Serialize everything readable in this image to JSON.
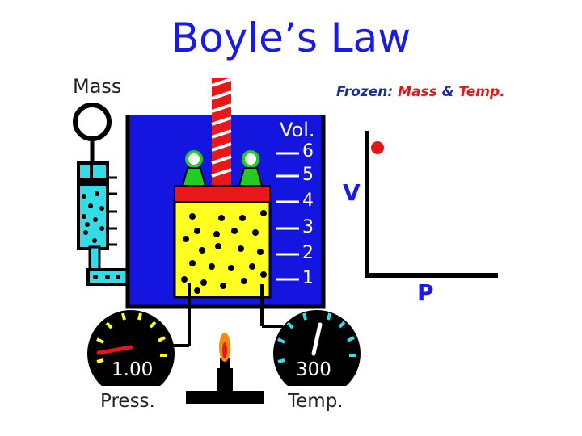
{
  "title": "Boyle’s Law",
  "mass_label": "Mass",
  "frozen": {
    "prefix": "Frozen:",
    "mass": "Mass",
    "amp": "&",
    "temp": "Temp."
  },
  "volume_label": "Vol.",
  "volume_scale": [
    "6",
    "5",
    "4",
    "3",
    "2",
    "1"
  ],
  "graph": {
    "y_label": "V",
    "x_label": "P"
  },
  "pressure_gauge": {
    "value": "1.00",
    "label": "Press."
  },
  "temperature_gauge": {
    "value": "300",
    "label": "Temp."
  },
  "colors": {
    "title": "#1a1ae6",
    "water": "#1515e0",
    "gas": "#ffff22",
    "piston": "#e81818",
    "piston_weight": "#22cc22",
    "tube": "#33dde8",
    "graph_point": "#e01818",
    "gauge_ticks": "#ffff22",
    "pressure_needle": "#e01818",
    "temperature_needle": "#ffffff"
  },
  "icons": [
    "mass-hook-icon",
    "flame-icon",
    "bunsen-burner-icon"
  ]
}
